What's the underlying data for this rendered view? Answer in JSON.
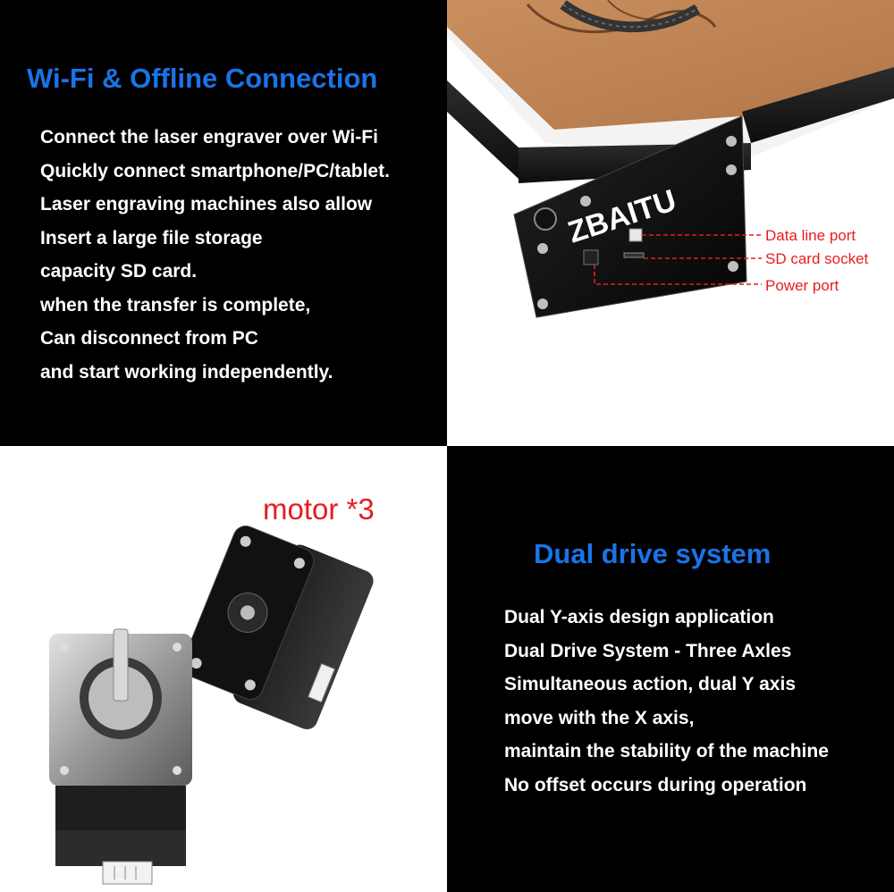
{
  "wifi": {
    "title": "Wi-Fi & Offline Connection",
    "lines": [
      "Connect the laser engraver over Wi-Fi",
      "Quickly connect smartphone/PC/tablet.",
      "Laser engraving machines also allow",
      "Insert a large file storage",
      "capacity SD card.",
      "when the transfer is complete,",
      "Can disconnect from PC",
      "and start working independently."
    ]
  },
  "ports": {
    "brand": "ZBAITU",
    "labels": [
      "Data line port",
      "SD card socket",
      "Power port"
    ]
  },
  "motor": {
    "title": "motor *3"
  },
  "dual": {
    "title": "Dual drive system",
    "lines": [
      "Dual Y-axis design application",
      "Dual Drive System - Three Axles",
      "Simultaneous action, dual Y axis",
      "move with the X axis,",
      "maintain the stability of the machine",
      "No offset occurs during operation"
    ]
  },
  "colors": {
    "heading": "#1a73e8",
    "callout": "#e81c1c",
    "panel_dark": "#000000",
    "panel_light": "#ffffff"
  }
}
